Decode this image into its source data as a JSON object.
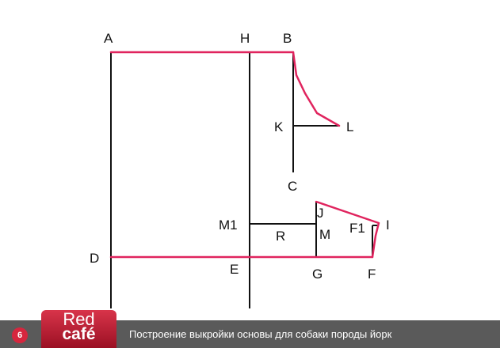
{
  "colors": {
    "contour": "#e0245e",
    "construction": "#111111",
    "footer": "#5a5a5a",
    "badge": "#d6263e"
  },
  "points": {
    "A": "A",
    "H": "H",
    "B": "B",
    "K": "K",
    "L": "L",
    "C": "C",
    "J": "J",
    "I": "I",
    "M1": "M1",
    "R": "R",
    "M": "M",
    "F1": "F1",
    "D": "D",
    "E": "E",
    "G": "G",
    "F": "F"
  },
  "footer": {
    "page_number": "6",
    "logo_line1": "Red",
    "logo_line2": "café",
    "caption": "Построение выкройки основы для собаки породы йорк"
  }
}
